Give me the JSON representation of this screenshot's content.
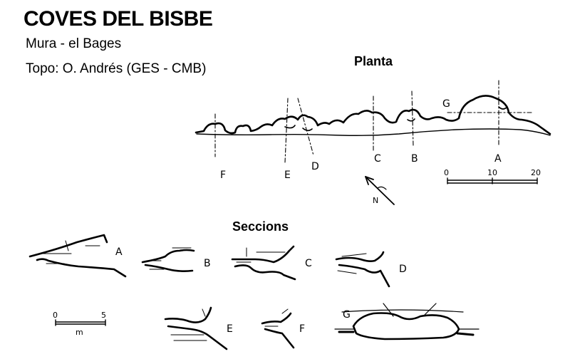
{
  "header": {
    "title": "COVES DEL BISBE",
    "location": "Mura - el Bages",
    "author": "Topo: O. Andrés (GES - CMB)"
  },
  "plan": {
    "heading": "Planta",
    "section_markers": [
      "F",
      "E",
      "D",
      "C",
      "B",
      "A",
      "G"
    ],
    "scale": {
      "ticks": [
        "0",
        "10",
        "20"
      ]
    },
    "north_label": "N"
  },
  "sections": {
    "heading": "Seccions",
    "labels": [
      "A",
      "B",
      "C",
      "D",
      "E",
      "F",
      "G"
    ],
    "scale": {
      "ticks": [
        "0",
        "5"
      ],
      "unit": "m"
    }
  }
}
